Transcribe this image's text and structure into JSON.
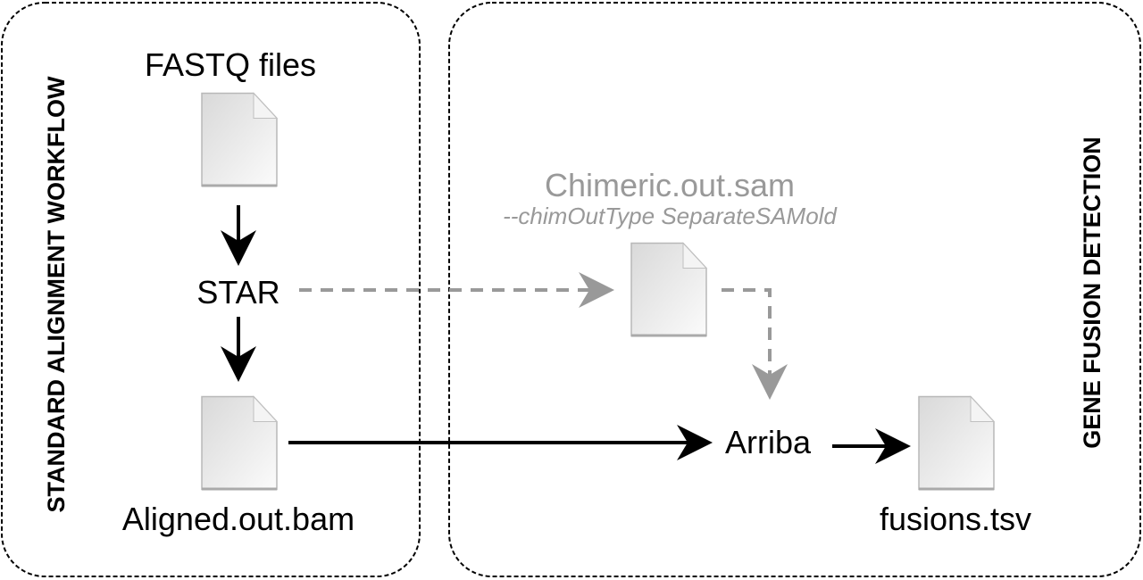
{
  "panels": {
    "left": {
      "title": "STANDARD  ALIGNMENT  WORKFLOW"
    },
    "right": {
      "title": "GENE  FUSION  DETECTION"
    }
  },
  "nodes": {
    "fastq": {
      "label": "FASTQ files",
      "icon": "file-icon"
    },
    "star": {
      "label": "STAR"
    },
    "aligned": {
      "label": "Aligned.out.bam",
      "icon": "file-icon"
    },
    "chimeric": {
      "label": "Chimeric.out.sam",
      "sublabel": "--chimOutType SeparateSAMold",
      "icon": "file-icon"
    },
    "arriba": {
      "label": "Arriba"
    },
    "fusions": {
      "label": "fusions.tsv",
      "icon": "file-icon"
    }
  },
  "edges": [
    {
      "from": "fastq",
      "to": "star",
      "style": "solid"
    },
    {
      "from": "star",
      "to": "aligned",
      "style": "solid"
    },
    {
      "from": "star",
      "to": "chimeric",
      "style": "dashed"
    },
    {
      "from": "chimeric",
      "to": "arriba",
      "style": "dashed"
    },
    {
      "from": "aligned",
      "to": "arriba",
      "style": "solid"
    },
    {
      "from": "arriba",
      "to": "fusions",
      "style": "solid"
    }
  ],
  "colors": {
    "solid": "#000000",
    "dashed": "#999999",
    "muted_text": "#999999"
  }
}
